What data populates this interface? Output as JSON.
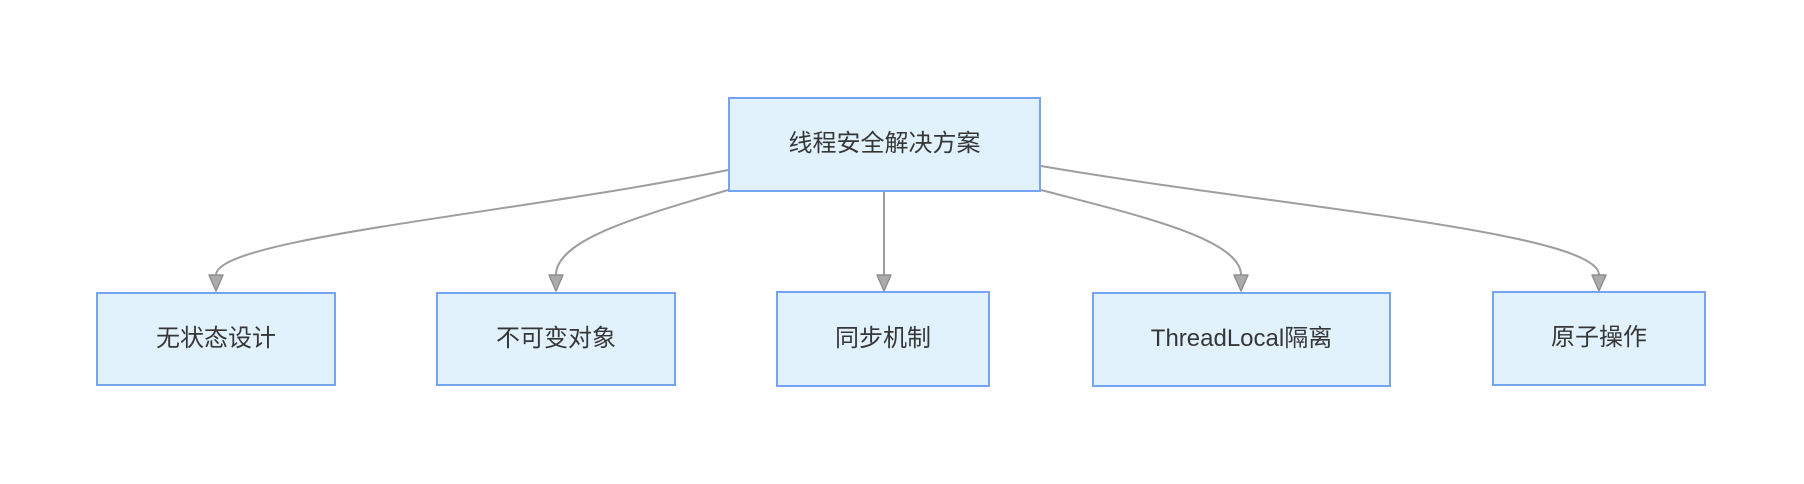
{
  "diagram": {
    "type": "flowchart-mindmap",
    "root": {
      "id": "root",
      "label": "线程安全解决方案"
    },
    "children": [
      {
        "id": "c0",
        "label": "无状态设计"
      },
      {
        "id": "c1",
        "label": "不可变对象"
      },
      {
        "id": "c2",
        "label": "同步机制"
      },
      {
        "id": "c3",
        "label": "ThreadLocal隔离"
      },
      {
        "id": "c4",
        "label": "原子操作"
      }
    ],
    "edges": [
      {
        "from": "线程安全解决方案",
        "to": "无状态设计",
        "arrow": "down"
      },
      {
        "from": "线程安全解决方案",
        "to": "不可变对象",
        "arrow": "down"
      },
      {
        "from": "线程安全解决方案",
        "to": "同步机制",
        "arrow": "down"
      },
      {
        "from": "线程安全解决方案",
        "to": "ThreadLocal隔离",
        "arrow": "down"
      },
      {
        "from": "线程安全解决方案",
        "to": "原子操作",
        "arrow": "down"
      }
    ]
  },
  "colors": {
    "background": "#ffffff",
    "node_fill": "#e2f2fd",
    "node_border": "#74a4f3",
    "node_text": "#363636",
    "edge_stroke": "#9e9e9e",
    "arrowhead_fill": "#ababab",
    "arrowhead_stroke": "#8f8f8f"
  }
}
